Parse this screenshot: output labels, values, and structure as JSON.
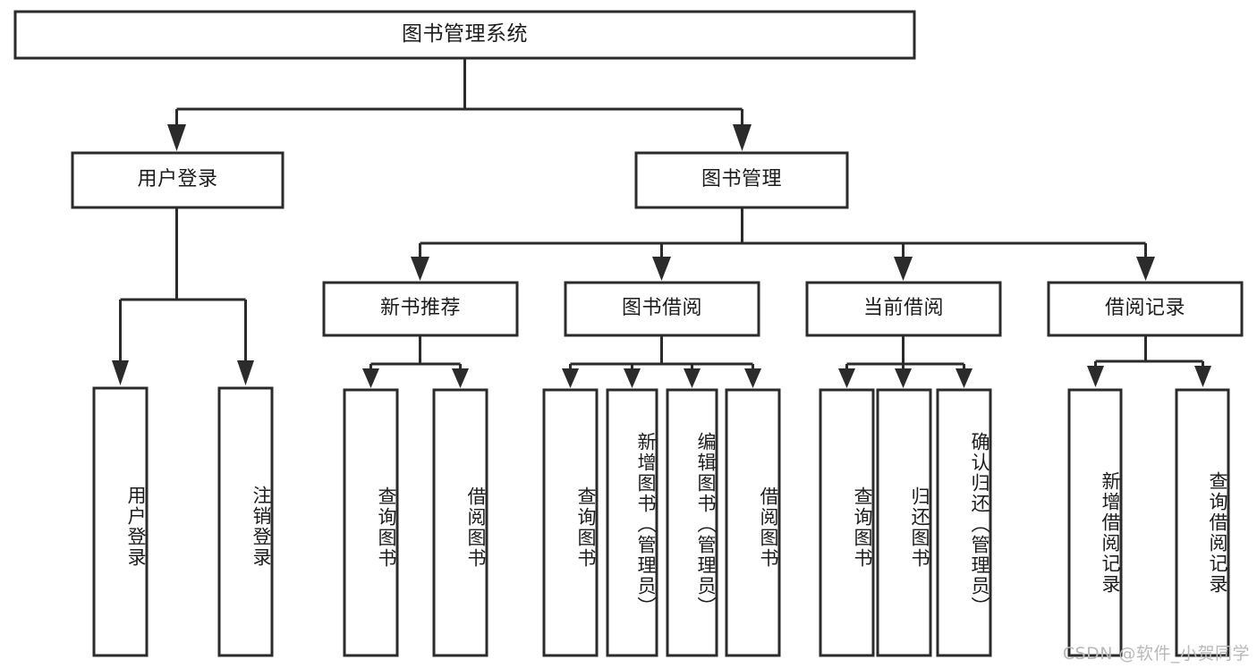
{
  "diagram": {
    "title": "图书管理系统",
    "watermark": "CSDN @软件_小贺同学",
    "colors": {
      "stroke": "#2b2b2b",
      "fill": "#ffffff",
      "text": "#1c1c1c",
      "watermark": "#b9b9b9"
    },
    "levels": {
      "root": {
        "label": "图书管理系统"
      },
      "level2": [
        {
          "label": "用户登录"
        },
        {
          "label": "图书管理"
        }
      ],
      "level3": [
        {
          "label": "新书推荐"
        },
        {
          "label": "图书借阅"
        },
        {
          "label": "当前借阅"
        },
        {
          "label": "借阅记录"
        }
      ],
      "leaves": {
        "user_login": [
          {
            "label": "用户登录"
          },
          {
            "label": "注销登录"
          }
        ],
        "new_book": [
          {
            "label": "查询图书"
          },
          {
            "label": "借阅图书"
          }
        ],
        "book_borrow": [
          {
            "label": "查询图书"
          },
          {
            "label": "新增图书（管理员）"
          },
          {
            "label": "编辑图书（管理员）"
          },
          {
            "label": "借阅图书"
          }
        ],
        "current_borrow": [
          {
            "label": "查询图书"
          },
          {
            "label": "归还图书"
          },
          {
            "label": "确认归还（管理员）"
          }
        ],
        "borrow_record": [
          {
            "label": "新增借阅记录"
          },
          {
            "label": "查询借阅记录"
          }
        ]
      }
    }
  }
}
